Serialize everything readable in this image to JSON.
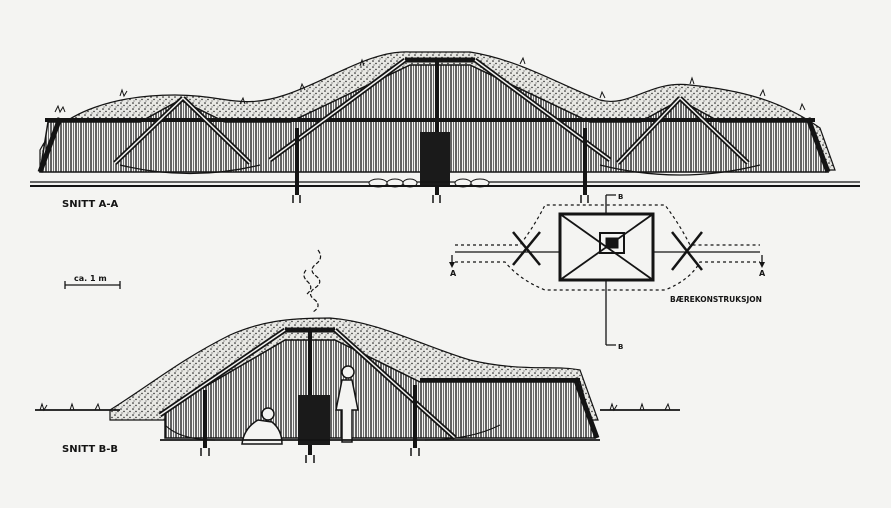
{
  "labels": {
    "section_aa": "SNITT A-A",
    "section_bb": "SNITT B-B",
    "scale": "ca. 1 m",
    "plan_title": "BÆREKONSTRUKSJON",
    "marker_a_left": "A",
    "marker_a_right": "A",
    "marker_b_top": "B",
    "marker_b_bottom": "B"
  },
  "colors": {
    "ink": "#141414",
    "paper": "#f4f4f2",
    "shade": "#d6d6d2",
    "sod": "#9a9a96"
  }
}
